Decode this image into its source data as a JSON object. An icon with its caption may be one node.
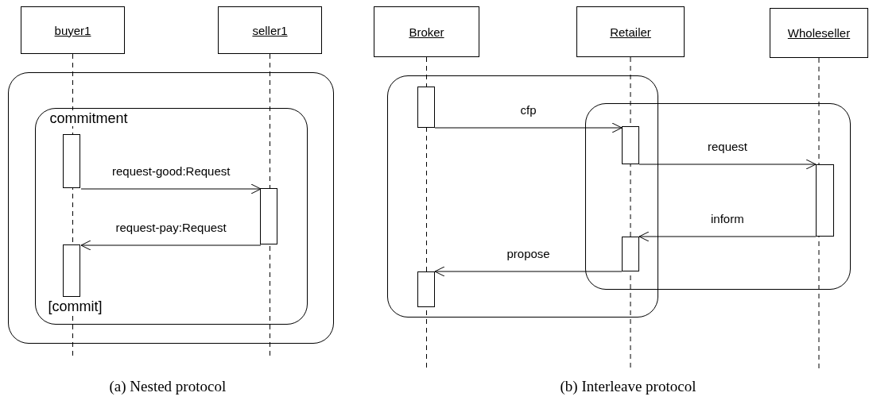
{
  "diagram": {
    "nodes": [
      {
        "text": [
          "buyer1"
        ]
      },
      {
        "text": [
          "seller1"
        ]
      },
      {
        "text": [],
        "shape": "box"
      },
      {
        "text": [
          "commitment",
          "[commit]"
        ],
        "in": 2
      },
      {
        "text": [],
        "shape": "bar",
        "in": 3
      },
      {
        "text": [],
        "shape": "bar",
        "in": 3
      },
      {
        "text": [],
        "shape": "bar",
        "in": 3
      },
      {
        "text": [
          "Broker"
        ]
      },
      {
        "text": [
          "Retailer"
        ]
      },
      {
        "text": [
          "Wholeseller"
        ]
      },
      {
        "text": [],
        "shape": "box"
      },
      {
        "text": [],
        "shape": "box"
      },
      {
        "text": [],
        "shape": "bar",
        "in": 10
      },
      {
        "text": [],
        "shape": "bar"
      },
      {
        "text": [],
        "shape": "bar",
        "in": 11
      },
      {
        "text": [],
        "shape": "bar"
      },
      {
        "text": [],
        "shape": "bar",
        "in": 10
      }
    ],
    "edges": [
      {
        "from": 4,
        "to": 5,
        "arrow": "to",
        "label": "request-good:Request"
      },
      {
        "from": 5,
        "to": 6,
        "arrow": "to",
        "label": "request-pay:Request"
      },
      {
        "from": 12,
        "to": 13,
        "arrow": "to",
        "label": "cfp"
      },
      {
        "from": 13,
        "to": 14,
        "arrow": "to",
        "label": "request"
      },
      {
        "from": 14,
        "to": 15,
        "arrow": "to",
        "label": "inform"
      },
      {
        "from": 15,
        "to": 16,
        "arrow": "to",
        "label": "propose"
      }
    ],
    "labels": [
      "(a) Nested protocol",
      "(b) Interleave protocol"
    ]
  }
}
